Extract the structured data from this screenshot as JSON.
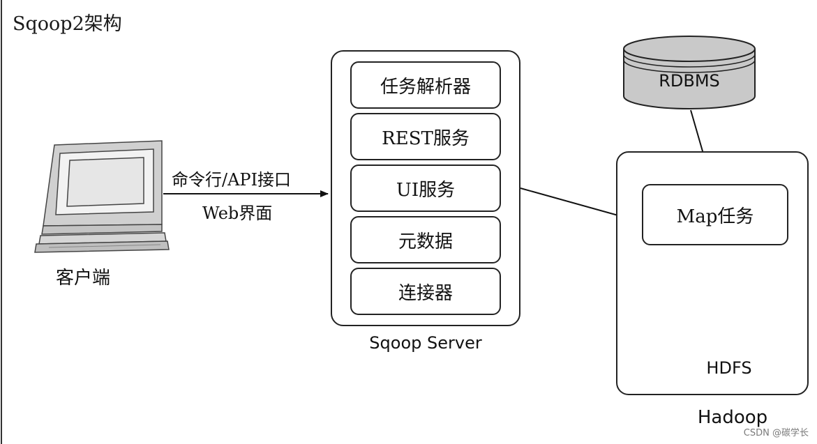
{
  "diagram": {
    "title": "Sqoop2架构",
    "client": {
      "label": "客户端",
      "icon": "computer-terminal-icon"
    },
    "client_to_server_arrow": {
      "line1": "命令行/API接口",
      "line2": "Web界面"
    },
    "server": {
      "label": "Sqoop Server",
      "modules": [
        "任务解析器",
        "REST服务",
        "UI服务",
        "元数据",
        "连接器"
      ]
    },
    "rdbms": {
      "label": "RDBMS",
      "icon": "database-cylinder-icon",
      "fill_color": "#c9c9c9"
    },
    "hadoop": {
      "label": "Hadoop",
      "map_task": "Map任务",
      "hdfs_label": "HDFS",
      "hdfs_icon": "hdfs-cluster-icon"
    },
    "watermark": "CSDN @碳学长"
  }
}
